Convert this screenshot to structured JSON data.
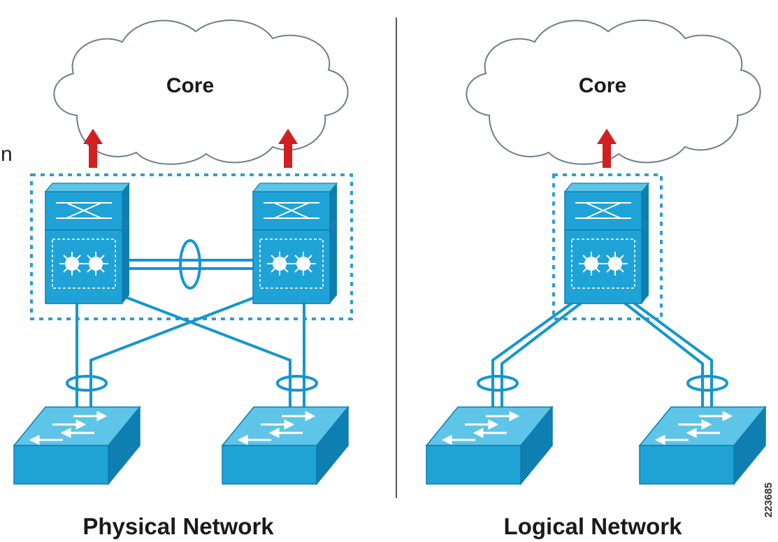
{
  "colors": {
    "switch_front": "#1fa3d6",
    "switch_top": "#5ec4e8",
    "switch_side": "#0e7fb0",
    "link": "#1596cf",
    "dotted_box": "#2a9fd0",
    "arrow": "#d21f1f",
    "cloud_stroke": "#6b7f8c",
    "divider": "#555555"
  },
  "physical": {
    "cloud_label": "Core",
    "title": "Physical Network",
    "core_uplinks": 2,
    "distribution_switches": 2,
    "access_switches": 2
  },
  "logical": {
    "cloud_label": "Core",
    "title": "Logical Network",
    "core_uplinks": 1,
    "distribution_switches": 1,
    "access_switches": 2
  },
  "figure_id": "223685",
  "edge_glyph": "n"
}
